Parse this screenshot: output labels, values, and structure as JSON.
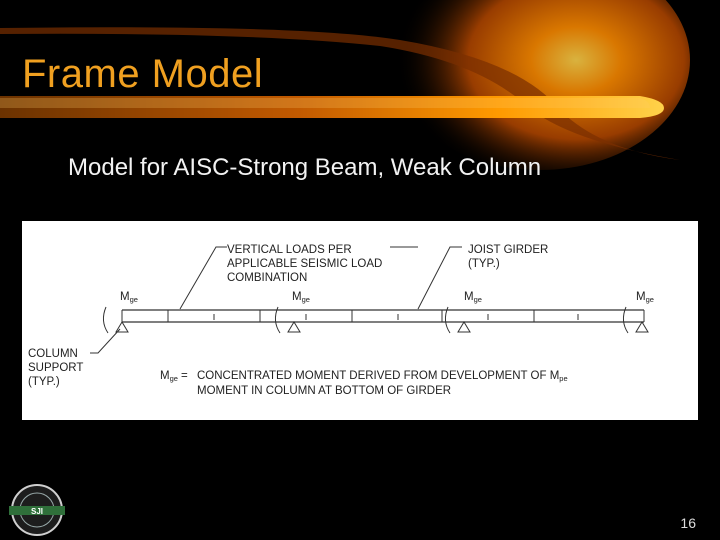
{
  "slide": {
    "title": "Frame Model",
    "subtitle": "Model for AISC-Strong Beam, Weak Column",
    "page_number": "16"
  },
  "colors": {
    "background": "#000000",
    "title": "#f0a020",
    "accent_glow": "#ff8a00"
  },
  "diagram": {
    "callout_loads": [
      "VERTICAL LOADS PER",
      "APPLICABLE SEISMIC LOAD",
      "COMBINATION"
    ],
    "callout_girder": [
      "JOIST GIRDER",
      "(TYP.)"
    ],
    "callout_support": [
      "COLUMN",
      "SUPPORT",
      "(TYP.)"
    ],
    "moment_label": "M",
    "moment_subscript": "ge",
    "definition_prefix": "=",
    "definition_line1": "CONCENTRATED MOMENT DERIVED FROM DEVELOPMENT OF M",
    "definition_line1_sub": "pe",
    "definition_line2": "MOMENT IN COLUMN AT BOTTOM OF GIRDER",
    "support_count": 4
  },
  "logo": {
    "text": "SJI",
    "icon": "steel-joist-institute-seal-icon"
  }
}
